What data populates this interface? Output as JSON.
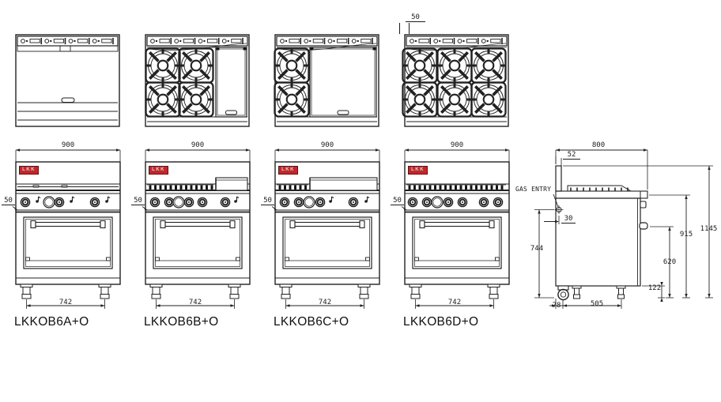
{
  "brand": {
    "logo_text": "LKK",
    "logo_color": "#c1272d"
  },
  "units": [
    {
      "model": "LKKOB6A+O",
      "top_width_mm": "900",
      "leg_span_mm": "742",
      "trim_height_mm": "50",
      "config": {
        "top": "flat",
        "burner_cx": [],
        "plate_from": null,
        "tick_range": null,
        "knobs": [
          16,
          59,
          104
        ],
        "open_knob": 46,
        "igniters": [
          31,
          74,
          119
        ]
      }
    },
    {
      "model": "LKKOB6B+O",
      "top_width_mm": "900",
      "leg_span_mm": "742",
      "trim_height_mm": "50",
      "config": {
        "top": "burners-plate",
        "burner_cx": [
          26,
          68
        ],
        "plate_from": 93,
        "tick_range": [
          6,
          90
        ],
        "knobs": [
          16,
          34,
          59,
          76,
          105
        ],
        "open_knob": 46,
        "igniters": [
          118
        ]
      }
    },
    {
      "model": "LKKOB6C+O",
      "top_width_mm": "900",
      "leg_span_mm": "742",
      "trim_height_mm": "50",
      "config": {
        "top": "burners-plate",
        "burner_cx": [
          25
        ],
        "plate_from": 48,
        "tick_range": [
          6,
          46
        ],
        "knobs": [
          16,
          34,
          61,
          103
        ],
        "open_knob": 47,
        "igniters": [
          74,
          119
        ]
      }
    },
    {
      "model": "LKKOB6D+O",
      "top_width_mm": "900",
      "leg_span_mm": "742",
      "trim_height_mm": "50",
      "grate_offset_mm": "50",
      "config": {
        "top": "burners",
        "burner_cx": [
          23,
          67,
          110
        ],
        "plate_from": null,
        "tick_range": [
          6,
          132
        ],
        "knobs": [
          14,
          32,
          59,
          77,
          104,
          122
        ],
        "open_knob": 45,
        "igniters": []
      }
    }
  ],
  "side_view": {
    "gas_entry_label": "GAS ENTRY",
    "depth_mm": "800",
    "splash_thickness_mm": "52",
    "gas_inset_mm": "30",
    "gas_height_mm": "744",
    "handle_height_mm": "620",
    "worktop_height_mm": "915",
    "overall_height_mm": "1145",
    "base_clearance_mm": "122",
    "castor_inset_mm": "78",
    "leg_spacing_mm": "505"
  }
}
